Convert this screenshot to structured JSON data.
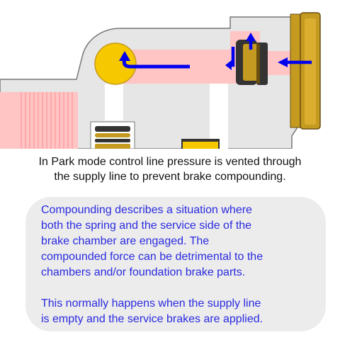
{
  "caption": {
    "line1": "In Park mode control line pressure is vented through",
    "line2": "the supply line to prevent brake compounding."
  },
  "note": {
    "para1": [
      "Compounding describes a situation where",
      "both the spring and the service side of the",
      "brake chamber are engaged. The",
      "compounded force can be detrimental to the",
      "chambers and/or foundation brake parts."
    ],
    "para2": [
      "This normally happens when the supply line",
      "is empty and the service brakes are applied."
    ]
  },
  "colors": {
    "body": "#e6e6e6",
    "outline": "#777777",
    "passage": "#ffc4c4",
    "port": "#f5c800",
    "brass": "#c49a20",
    "arrow": "#0000ee",
    "text": "#111111",
    "note_text": "#2a2ae0",
    "note_bg": "#ececec"
  }
}
